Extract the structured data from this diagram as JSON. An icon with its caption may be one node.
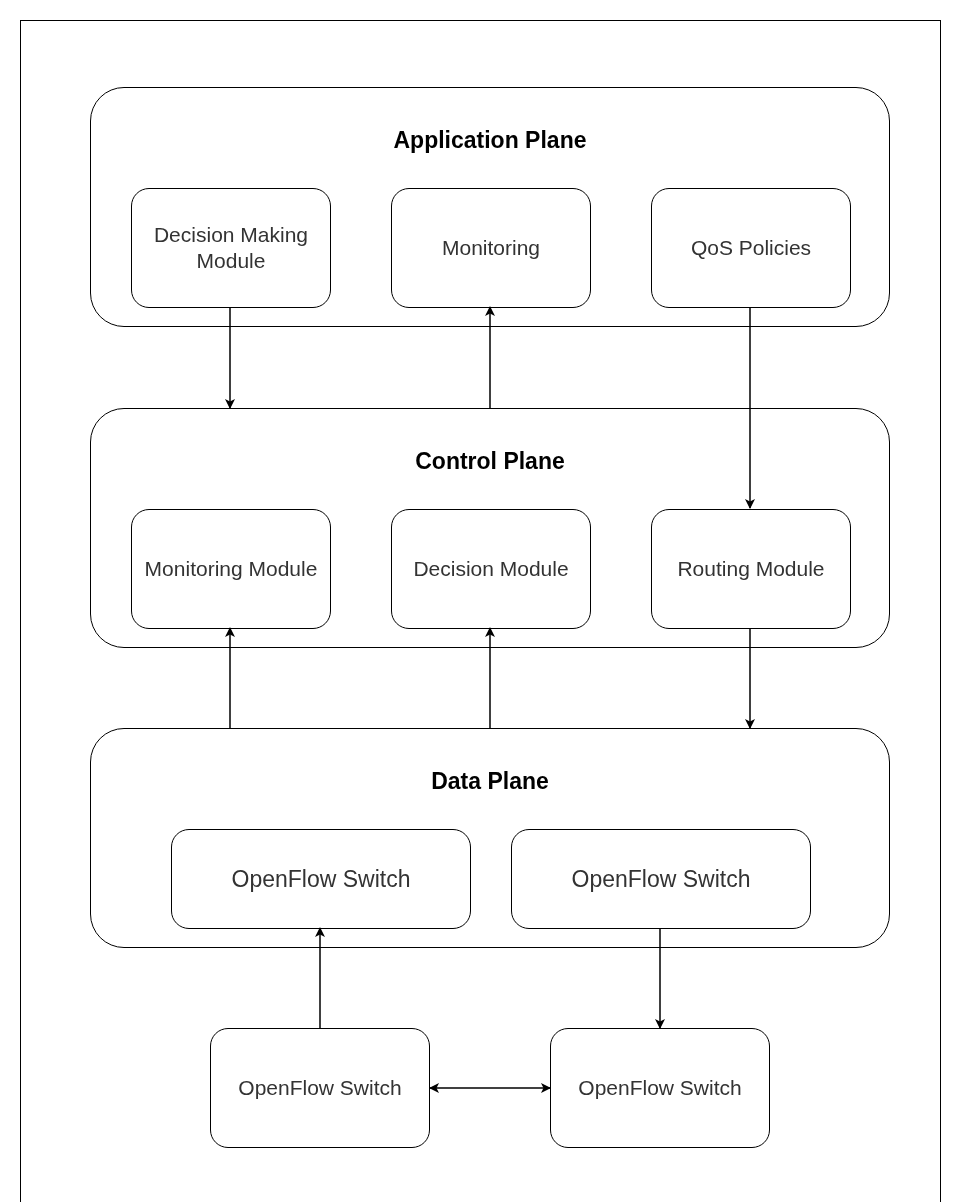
{
  "diagram": {
    "nodes": [
      {
        "text": [
          "Application Plane"
        ]
      },
      {
        "text": [
          "Decision Making Module"
        ],
        "in": 0
      },
      {
        "text": [
          "Monitoring"
        ],
        "in": 0
      },
      {
        "text": [
          "QoS Policies"
        ],
        "in": 0
      },
      {
        "text": [
          "Control Plane"
        ]
      },
      {
        "text": [
          "Monitoring Module"
        ],
        "in": 4
      },
      {
        "text": [
          "Decision Module"
        ],
        "in": 4
      },
      {
        "text": [
          "Routing Module"
        ],
        "in": 4
      },
      {
        "text": [
          "Data Plane"
        ]
      },
      {
        "text": [
          "OpenFlow Switch"
        ],
        "in": 8
      },
      {
        "text": [
          "OpenFlow Switch"
        ],
        "in": 8
      },
      {
        "text": [
          "OpenFlow Switch"
        ]
      },
      {
        "text": [
          "OpenFlow Switch"
        ]
      }
    ],
    "edges": [
      {
        "from": 1,
        "to": 4,
        "arrow": "to"
      },
      {
        "from": 4,
        "to": 2,
        "arrow": "to"
      },
      {
        "from": 3,
        "to": 7,
        "arrow": "to"
      },
      {
        "from": 8,
        "to": 5,
        "arrow": "to"
      },
      {
        "from": 8,
        "to": 6,
        "arrow": "to"
      },
      {
        "from": 7,
        "to": 8,
        "arrow": "to"
      },
      {
        "from": 11,
        "to": 9,
        "arrow": "to"
      },
      {
        "from": 10,
        "to": 12,
        "arrow": "to"
      },
      {
        "from": 11,
        "to": 12,
        "arrow": "both"
      }
    ]
  }
}
